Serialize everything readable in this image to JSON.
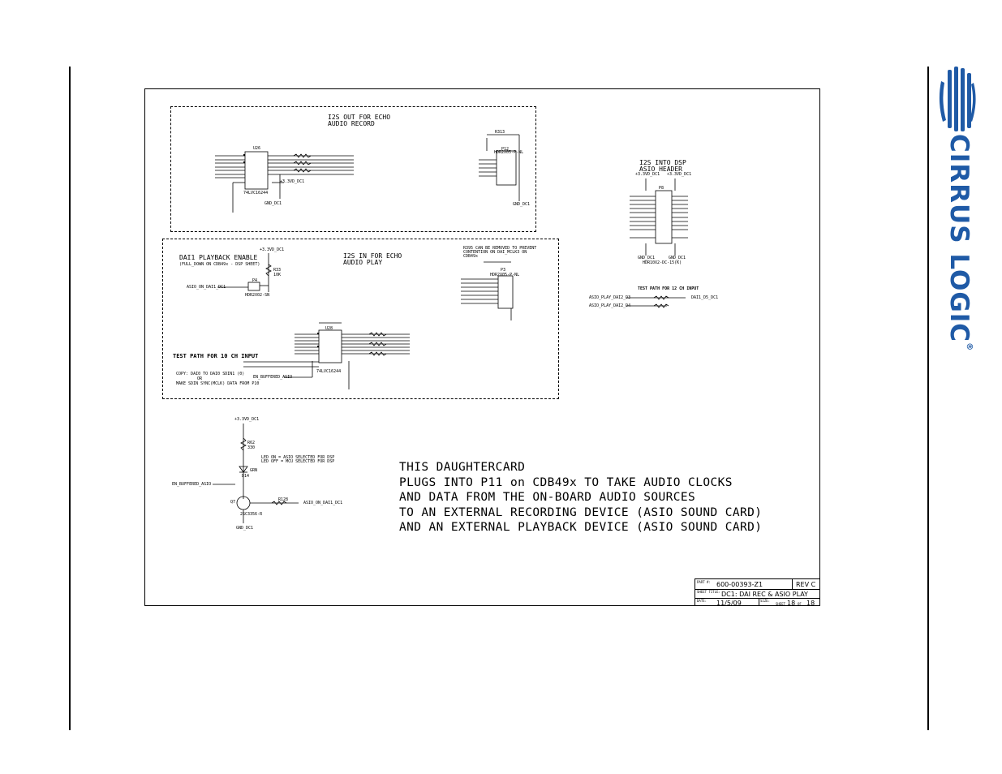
{
  "colors": {
    "brand": "#1f5aa6",
    "ink": "#000000"
  },
  "brand": {
    "name": "CIRRUS LOGIC",
    "mark": "®"
  },
  "sections": {
    "i2s_out": {
      "title_1": "I2S OUT FOR ECHO",
      "title_2": "AUDIO RECORD",
      "ic": "U26",
      "ic_part": "74LVC16244",
      "pwr": "+3.3VD_DC1",
      "gnd": "GND_DC1",
      "header": "P12",
      "header_part": "HDR2X05-P-NL",
      "res": "R313"
    },
    "dai1": {
      "title": "DAI1 PLAYBACK ENABLE",
      "note": "(FULL_DOWN ON CDB49x - DSP SHEET)",
      "pwr": "+3.3VD_DC1",
      "res": "R33",
      "res_val": "10K",
      "header": "P4",
      "header_part": "HDR2X02-SN",
      "net": "ASIO_ON_DAI1_DC1"
    },
    "i2s_in": {
      "title_1": "I2S IN FOR ECHO",
      "title_2": "AUDIO PLAY",
      "ic": "U28",
      "ic_part": "74LVC16244",
      "header": "P3",
      "header_part": "HDR2X05-P-NL",
      "note_1": "R395 CAN BE REMOVED TO PREVENT",
      "note_2": "CONTENTION ON DAI_MCLK3 ON",
      "note_3": "CDB49x",
      "test_path": "TEST PATH FOR 10 CH INPUT",
      "copy_1": "COPY: DAI0 TO DAI0 SDIN1 (0)",
      "copy_2": "OR",
      "copy_3": "MAKE SDIN SYNC(MCLK) DATA FROM P10",
      "buffer": "EN_BUFFERED_ASIO"
    },
    "asio": {
      "title_1": "I2S INTO DSP",
      "title_2": "ASIO HEADER",
      "pwr_l": "+3.3VD_DC1",
      "pwr_r": "+3.3VD_DC1",
      "header": "P8",
      "header_part": "HDR10X2-DC-15(K)",
      "gnd_l": "GND_DC1",
      "gnd_r": "GND_DC1",
      "test_path": "TEST PATH FOR 12 CH INPUT",
      "net_1": "ASIO_PLAY_DAI2_D3",
      "net_2": "ASIO_PLAY_DAI2_D4",
      "out": "DAI1_D5_DC1"
    },
    "led": {
      "pwr": "+3.3VD_DC1",
      "res": "R62",
      "res_val": "330",
      "led_note_1": "LED ON = ASIO SELECTED FOR DSP",
      "led_note_2": "LED OFF = MCU SELECTED FOR DSP",
      "led": "D14",
      "label": "GRN",
      "net_in": "EN_BUFFERED_ASIO",
      "transistor": "Q7",
      "transistor_part": "2SC3356-R",
      "gnd": "GND_DC1",
      "res2": "R128",
      "net_out": "ASIO_ON_DAI1_DC1"
    }
  },
  "note": {
    "line_1": "THIS   DAUGHTERCARD",
    "line_2": "PLUGS INTO P11 on CDB49x TO TAKE AUDIO CLOCKS",
    "line_3": "AND DATA FROM THE ON-BOARD AUDIO SOURCES",
    "line_4": "TO AN EXTERNAL RECORDING DEVICE (ASIO SOUND CARD)",
    "line_5": "AND AN EXTERNAL PLAYBACK DEVICE (ASIO SOUND CARD)"
  },
  "title_block": {
    "part_label": "PART #:",
    "part": "600-00393-Z1",
    "rev": "REV C",
    "sheet_title_label": "SHEET TITLE:",
    "sheet_title": "DC1:  DAI REC & ASIO PLAY",
    "date_label": "DATE:",
    "date": "11/5/09",
    "size_label": "SIZE:",
    "sheet_label": "SHEET",
    "sheet_num": "18",
    "of_label": "OF",
    "sheet_total": "18"
  }
}
